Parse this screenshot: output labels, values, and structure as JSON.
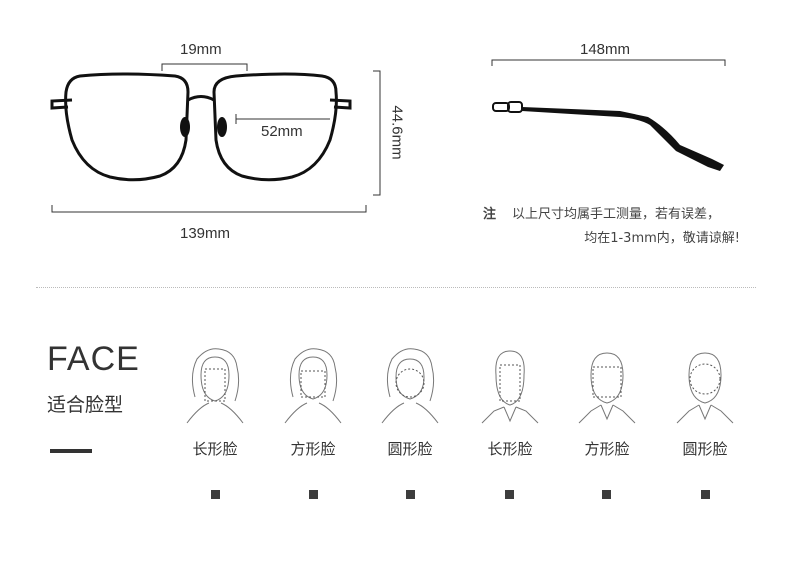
{
  "dimensions": {
    "bridge": "19mm",
    "lens_width": "52mm",
    "lens_height": "44.6mm",
    "frame_width": "139mm",
    "temple_length": "148mm"
  },
  "note": {
    "marker": "注",
    "line1": "以上尺寸均属手工测量，若有误差，",
    "line2": "均在1-3mm内，敬请谅解!"
  },
  "face_section": {
    "title": "FACE",
    "subtitle": "适合脸型",
    "items": [
      {
        "icon": "female-long-face-icon",
        "label": "长形脸"
      },
      {
        "icon": "female-square-face-icon",
        "label": "方形脸"
      },
      {
        "icon": "female-round-face-icon",
        "label": "圆形脸"
      },
      {
        "icon": "male-long-face-icon",
        "label": "长形脸"
      },
      {
        "icon": "male-square-face-icon",
        "label": "方形脸"
      },
      {
        "icon": "male-round-face-icon",
        "label": "圆形脸"
      }
    ]
  }
}
